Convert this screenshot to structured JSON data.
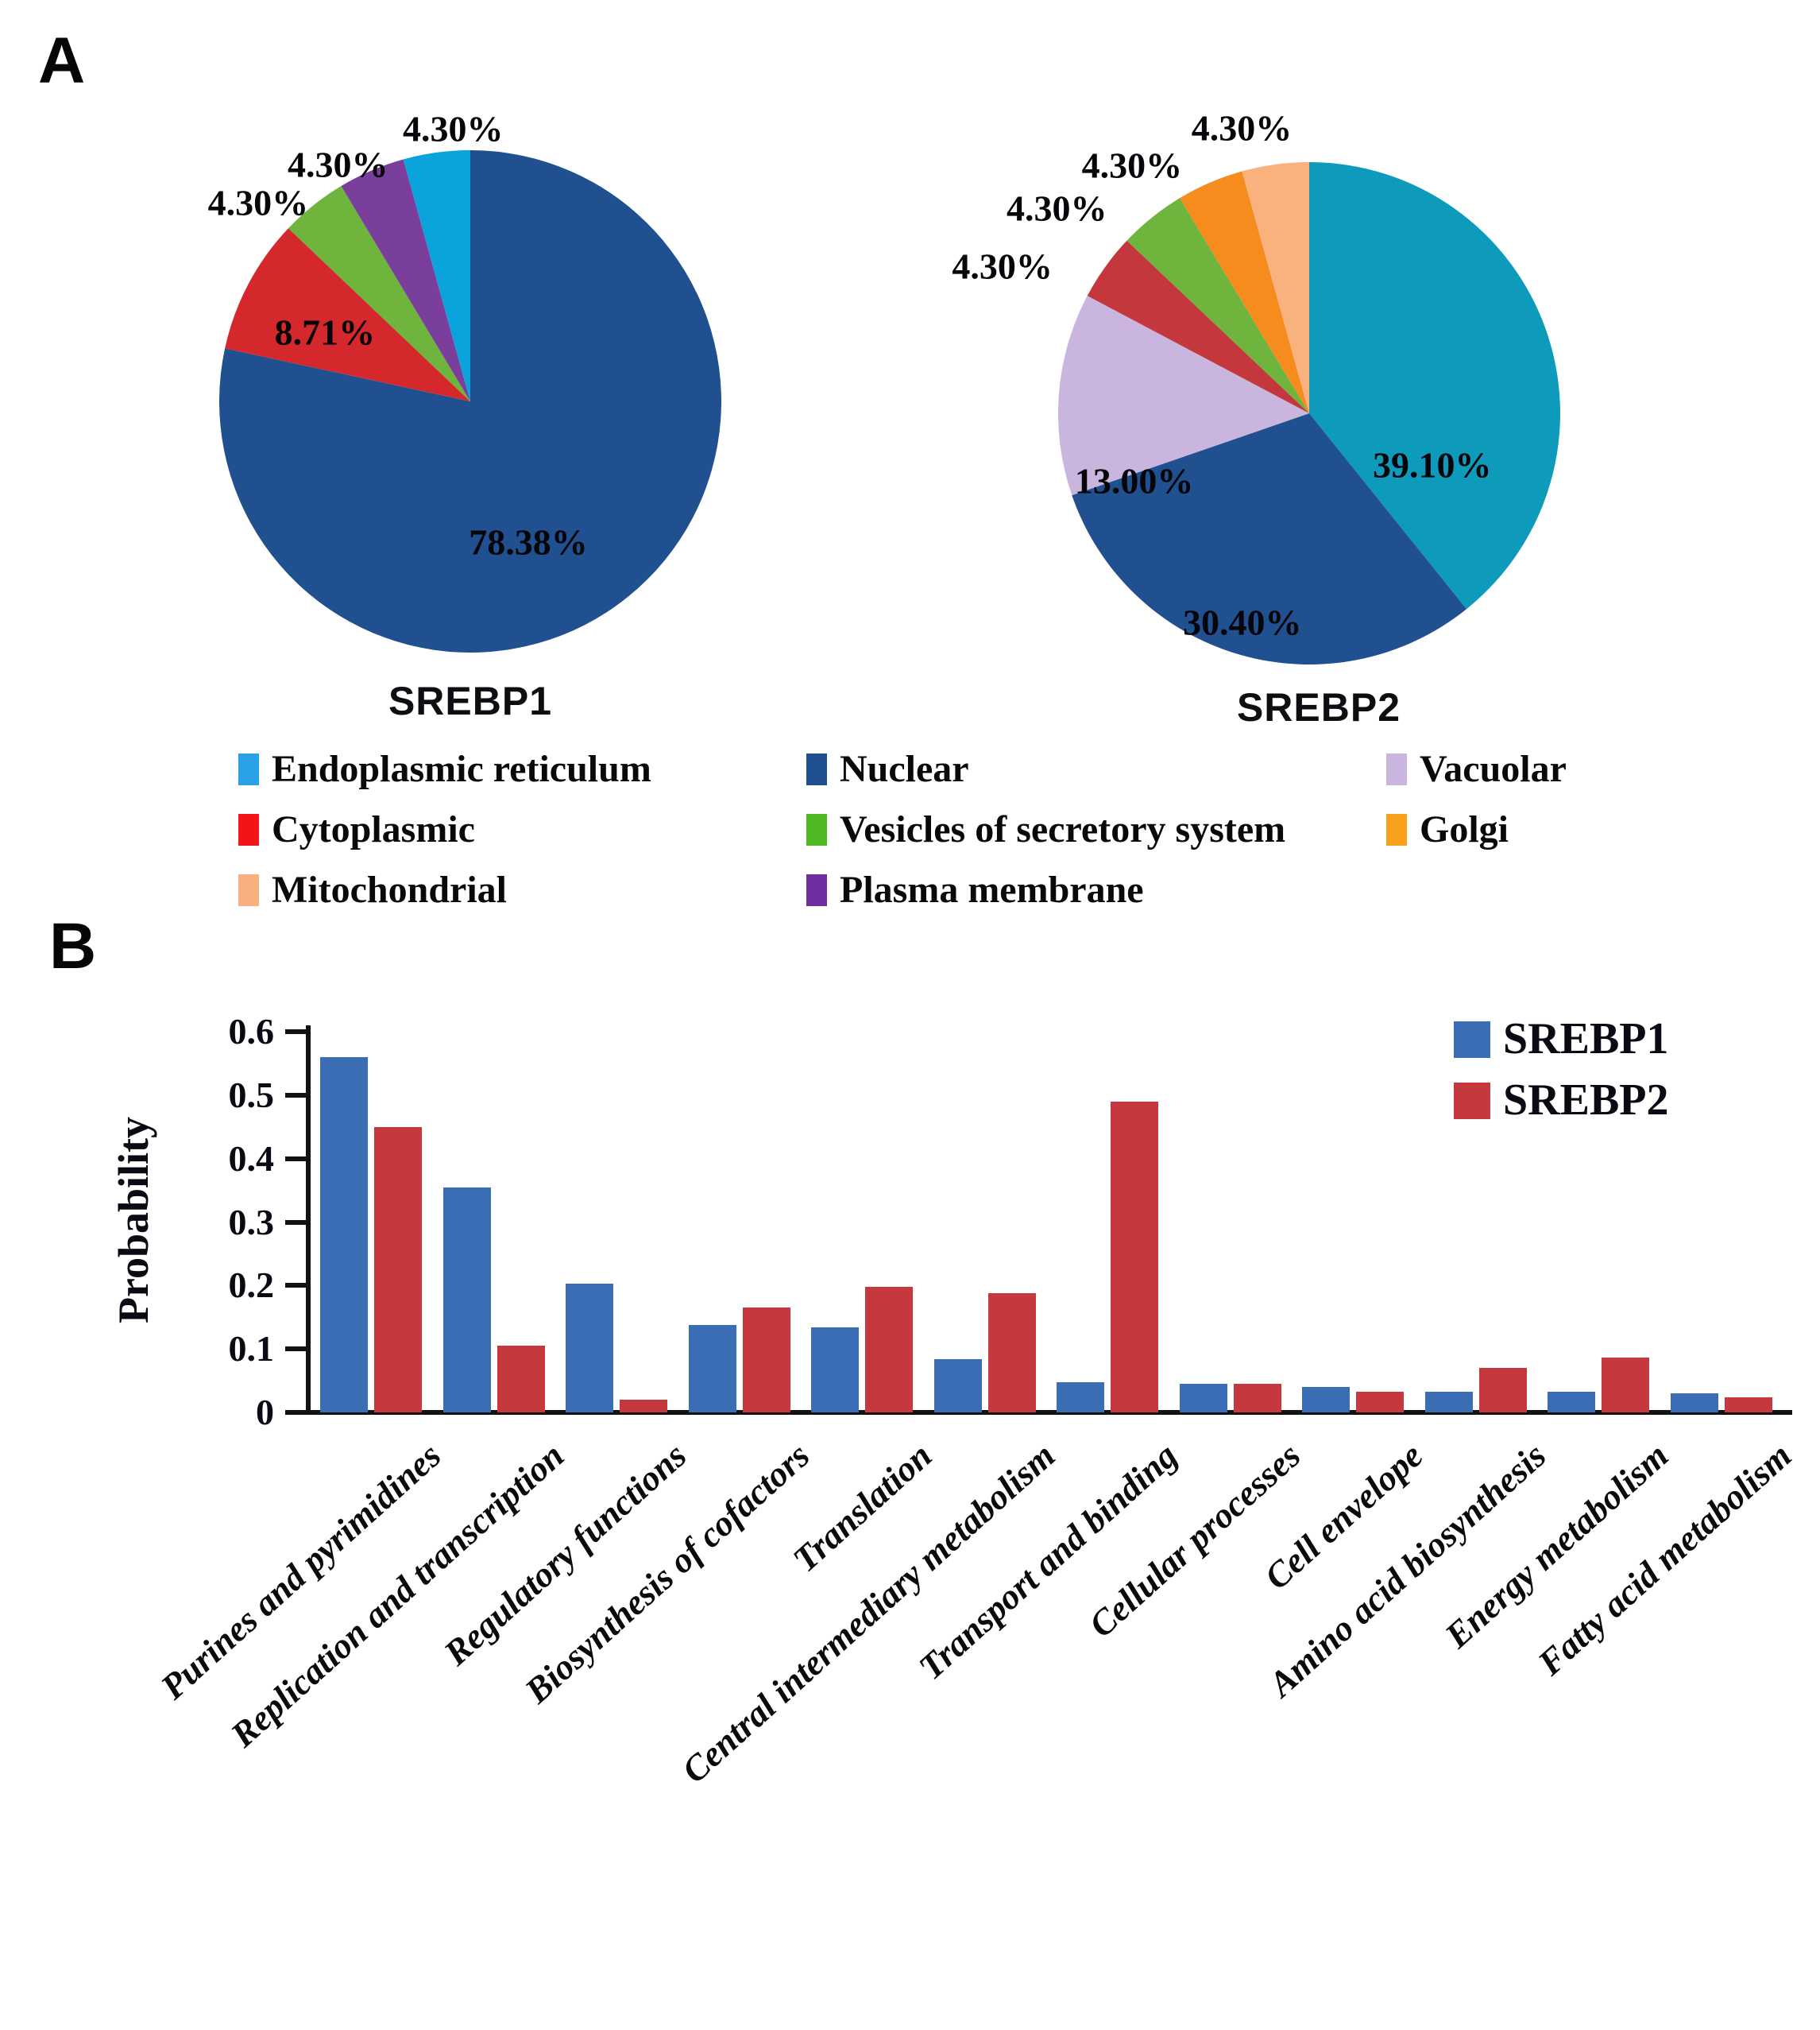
{
  "panels": {
    "a": "A",
    "b": "B"
  },
  "legend_a": {
    "items": [
      {
        "label": "Endoplasmic reticulum",
        "color": "#2AA2E8"
      },
      {
        "label": "Nuclear",
        "color": "#20508F"
      },
      {
        "label": "Vacuolar",
        "color": "#C9B5DE"
      },
      {
        "label": "Cytoplasmic",
        "color": "#F31418"
      },
      {
        "label": "Vesicles of secretory system",
        "color": "#4DB822"
      },
      {
        "label": "Golgi",
        "color": "#F9A11B"
      },
      {
        "label": "Mitochondrial",
        "color": "#F8B07E"
      },
      {
        "label": "Plasma membrane",
        "color": "#6F2DA0"
      }
    ]
  },
  "chart_data": [
    {
      "type": "pie",
      "title": "SREBP1",
      "units": "percent",
      "slices": [
        {
          "label": "Nuclear",
          "value": 78.38,
          "display": "78.38%",
          "color": "#20508F",
          "label_placement": "inside"
        },
        {
          "label": "Cytoplasmic",
          "value": 8.71,
          "display": "8.71%",
          "color": "#D5282C",
          "label_placement": "inside"
        },
        {
          "label": "Vesicles of secretory system",
          "value": 4.3,
          "display": "4.30%",
          "color": "#6EB43D",
          "label_placement": "outside"
        },
        {
          "label": "Plasma membrane",
          "value": 4.3,
          "display": "4.30%",
          "color": "#7A3E9D",
          "label_placement": "outside"
        },
        {
          "label": "Endoplasmic reticulum",
          "value": 4.3,
          "display": "4.30%",
          "color": "#0BA3DC",
          "label_placement": "outside"
        }
      ]
    },
    {
      "type": "pie",
      "title": "SREBP2",
      "units": "percent",
      "slices": [
        {
          "label": "Endoplasmic reticulum",
          "value": 39.1,
          "display": "39.10%",
          "color": "#0E9BBB",
          "label_placement": "inside"
        },
        {
          "label": "Nuclear",
          "value": 30.4,
          "display": "30.40%",
          "color": "#20508F",
          "label_placement": "inside"
        },
        {
          "label": "Vacuolar",
          "value": 13.0,
          "display": "13.00%",
          "color": "#C9B5DE",
          "label_placement": "inside"
        },
        {
          "label": "Cytoplasmic",
          "value": 4.3,
          "display": "4.30%",
          "color": "#C4383D",
          "label_placement": "outside"
        },
        {
          "label": "Vesicles of secretory system",
          "value": 4.3,
          "display": "4.30%",
          "color": "#6EB43D",
          "label_placement": "outside"
        },
        {
          "label": "Golgi",
          "value": 4.3,
          "display": "4.30%",
          "color": "#F68B1E",
          "label_placement": "outside"
        },
        {
          "label": "Mitochondrial",
          "value": 4.3,
          "display": "4.30%",
          "color": "#F9B27E",
          "label_placement": "outside"
        }
      ]
    },
    {
      "type": "bar",
      "ylabel": "Probability",
      "ylim": [
        0,
        0.6
      ],
      "yticks": [
        "0.6",
        "0.5",
        "0.4",
        "0.3",
        "0.2",
        "0.1",
        "0"
      ],
      "grid": false,
      "legend_position": "top-right",
      "categories": [
        "Purines and pyrimidines",
        "Replication and transcription",
        "Regulatory functions",
        "Biosynthesis of cofactors",
        "Translation",
        "Central intermediary metabolism",
        "Transport and binding",
        "Cellular processes",
        "Cell envelope",
        "Amino acid biosynthesis",
        "Energy metabolism",
        "Fatty acid metabolism"
      ],
      "series": [
        {
          "name": "SREBP1",
          "color": "#3B6DB5",
          "values": [
            0.56,
            0.355,
            0.203,
            0.138,
            0.134,
            0.084,
            0.047,
            0.045,
            0.04,
            0.032,
            0.033,
            0.03
          ]
        },
        {
          "name": "SREBP2",
          "color": "#C5383D",
          "values": [
            0.45,
            0.105,
            0.02,
            0.165,
            0.198,
            0.188,
            0.49,
            0.045,
            0.033,
            0.07,
            0.086,
            0.024
          ]
        }
      ]
    }
  ]
}
